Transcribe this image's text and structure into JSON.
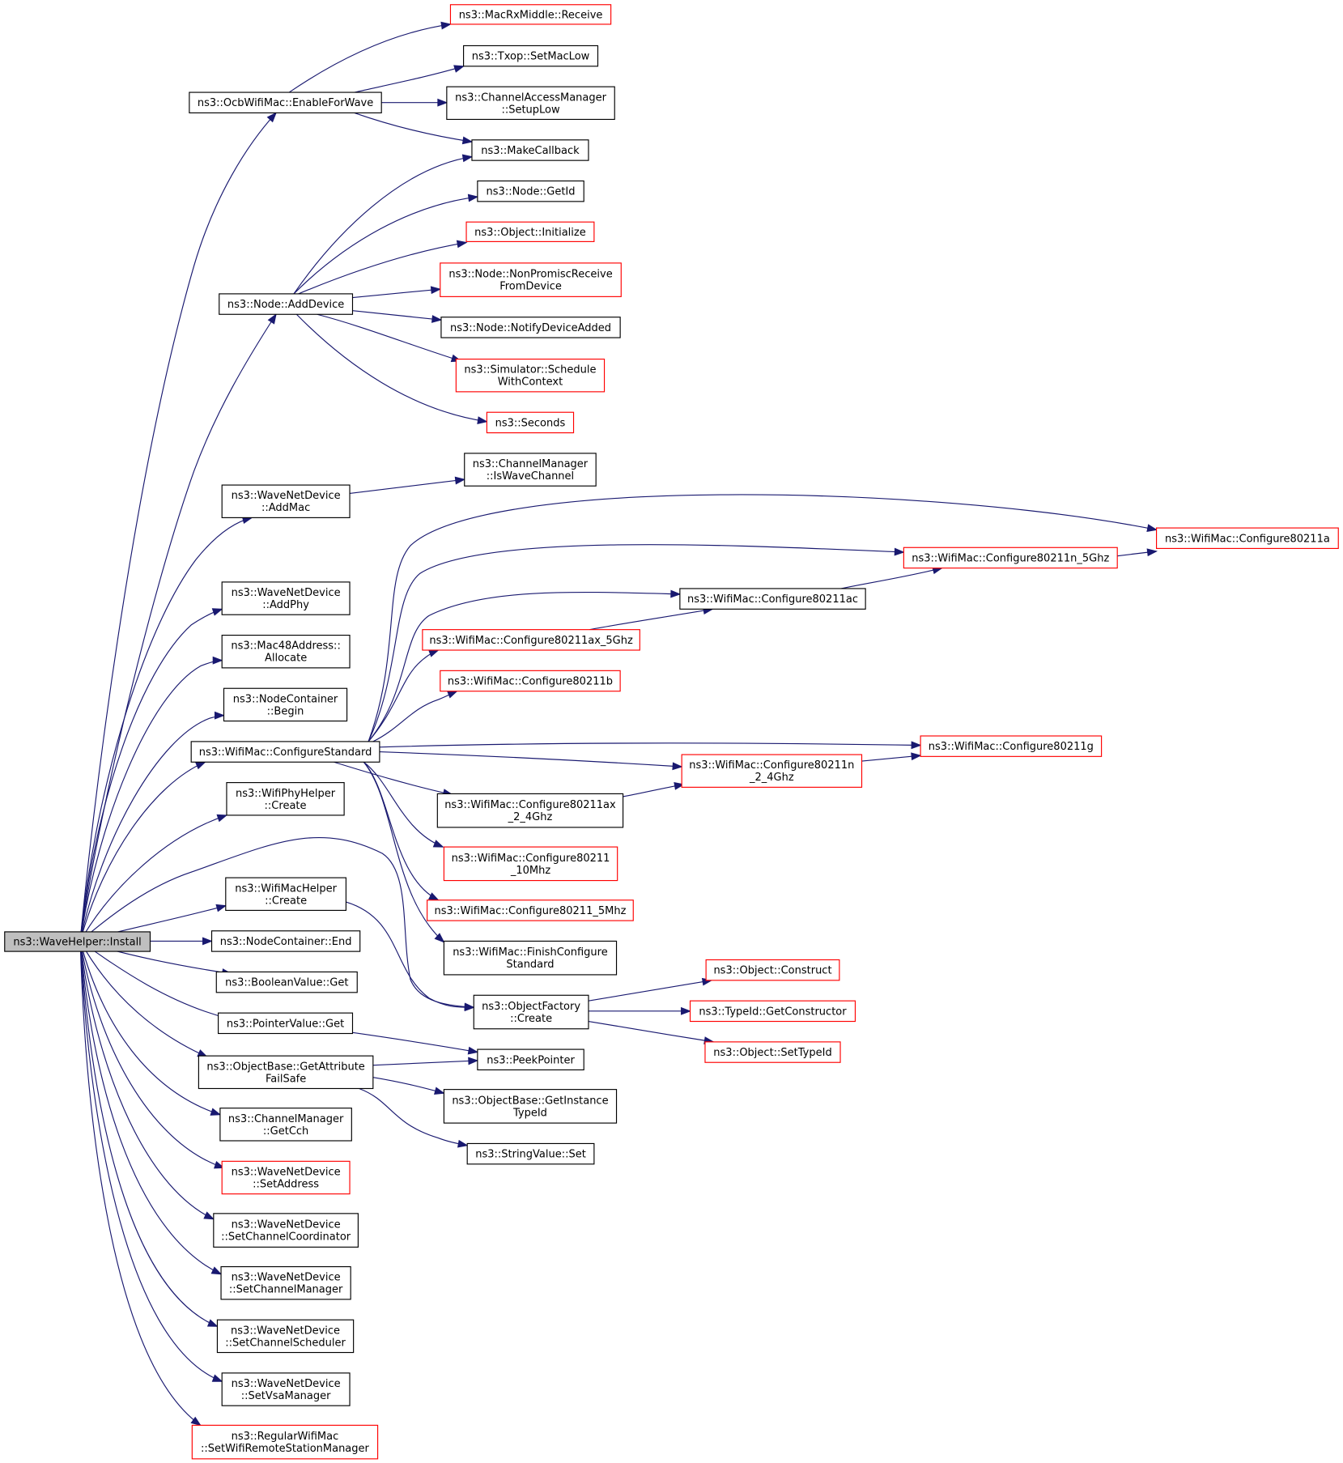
{
  "colors": {
    "edge": "#191970",
    "normal_border": "#000000",
    "truncated_border": "#ff0000",
    "root_fill": "#bfbfbf",
    "node_fill": "#ffffff",
    "text": "#000000"
  },
  "nodes": [
    {
      "id": "install",
      "lines": [
        "ns3::WaveHelper::Install"
      ],
      "style": "root"
    },
    {
      "id": "ocb_enable",
      "lines": [
        "ns3::OcbWifiMac::EnableForWave"
      ],
      "style": "normal"
    },
    {
      "id": "macrx_receive",
      "lines": [
        "ns3::MacRxMiddle::Receive"
      ],
      "style": "truncated"
    },
    {
      "id": "txop_setmaclow",
      "lines": [
        "ns3::Txop::SetMacLow"
      ],
      "style": "normal"
    },
    {
      "id": "cam_setuplow",
      "lines": [
        "ns3::ChannelAccessManager",
        "::SetupLow"
      ],
      "style": "normal"
    },
    {
      "id": "makecallback",
      "lines": [
        "ns3::MakeCallback"
      ],
      "style": "normal"
    },
    {
      "id": "node_getid",
      "lines": [
        "ns3::Node::GetId"
      ],
      "style": "normal"
    },
    {
      "id": "object_initialize",
      "lines": [
        "ns3::Object::Initialize"
      ],
      "style": "truncated"
    },
    {
      "id": "node_nonpromisc",
      "lines": [
        "ns3::Node::NonPromiscReceive",
        "FromDevice"
      ],
      "style": "truncated"
    },
    {
      "id": "node_adddevice",
      "lines": [
        "ns3::Node::AddDevice"
      ],
      "style": "normal"
    },
    {
      "id": "node_notify",
      "lines": [
        "ns3::Node::NotifyDeviceAdded"
      ],
      "style": "normal"
    },
    {
      "id": "sim_schedule",
      "lines": [
        "ns3::Simulator::Schedule",
        "WithContext"
      ],
      "style": "truncated"
    },
    {
      "id": "seconds",
      "lines": [
        "ns3::Seconds"
      ],
      "style": "truncated"
    },
    {
      "id": "cm_iswave",
      "lines": [
        "ns3::ChannelManager",
        "::IsWaveChannel"
      ],
      "style": "normal"
    },
    {
      "id": "wnd_addmac",
      "lines": [
        "ns3::WaveNetDevice",
        "::AddMac"
      ],
      "style": "normal"
    },
    {
      "id": "wm_11a",
      "lines": [
        "ns3::WifiMac::Configure80211a"
      ],
      "style": "truncated"
    },
    {
      "id": "wm_11n5",
      "lines": [
        "ns3::WifiMac::Configure80211n_5Ghz"
      ],
      "style": "truncated"
    },
    {
      "id": "wm_11ac",
      "lines": [
        "ns3::WifiMac::Configure80211ac"
      ],
      "style": "normal"
    },
    {
      "id": "wnd_addphy",
      "lines": [
        "ns3::WaveNetDevice",
        "::AddPhy"
      ],
      "style": "normal"
    },
    {
      "id": "wm_11ax5",
      "lines": [
        "ns3::WifiMac::Configure80211ax_5Ghz"
      ],
      "style": "truncated"
    },
    {
      "id": "mac48_allocate",
      "lines": [
        "ns3::Mac48Address::",
        "Allocate"
      ],
      "style": "normal"
    },
    {
      "id": "wm_11b",
      "lines": [
        "ns3::WifiMac::Configure80211b"
      ],
      "style": "truncated"
    },
    {
      "id": "nc_begin",
      "lines": [
        "ns3::NodeContainer",
        "::Begin"
      ],
      "style": "normal"
    },
    {
      "id": "wm_configstd",
      "lines": [
        "ns3::WifiMac::ConfigureStandard"
      ],
      "style": "normal"
    },
    {
      "id": "wm_11g",
      "lines": [
        "ns3::WifiMac::Configure80211g"
      ],
      "style": "truncated"
    },
    {
      "id": "wm_11n24",
      "lines": [
        "ns3::WifiMac::Configure80211n",
        "_2_4Ghz"
      ],
      "style": "truncated"
    },
    {
      "id": "wph_create",
      "lines": [
        "ns3::WifiPhyHelper",
        "::Create"
      ],
      "style": "normal"
    },
    {
      "id": "wm_11ax24",
      "lines": [
        "ns3::WifiMac::Configure80211ax",
        "_2_4Ghz"
      ],
      "style": "normal"
    },
    {
      "id": "wm_10mhz",
      "lines": [
        "ns3::WifiMac::Configure80211",
        "_10Mhz"
      ],
      "style": "truncated"
    },
    {
      "id": "wmh_create",
      "lines": [
        "ns3::WifiMacHelper",
        "::Create"
      ],
      "style": "normal"
    },
    {
      "id": "wm_5mhz",
      "lines": [
        "ns3::WifiMac::Configure80211_5Mhz"
      ],
      "style": "truncated"
    },
    {
      "id": "nc_end",
      "lines": [
        "ns3::NodeContainer::End"
      ],
      "style": "normal"
    },
    {
      "id": "wm_finish",
      "lines": [
        "ns3::WifiMac::FinishConfigure",
        "Standard"
      ],
      "style": "normal"
    },
    {
      "id": "obj_construct",
      "lines": [
        "ns3::Object::Construct"
      ],
      "style": "truncated"
    },
    {
      "id": "bool_get",
      "lines": [
        "ns3::BooleanValue::Get"
      ],
      "style": "normal"
    },
    {
      "id": "of_create",
      "lines": [
        "ns3::ObjectFactory",
        "::Create"
      ],
      "style": "normal"
    },
    {
      "id": "typeid_getctor",
      "lines": [
        "ns3::TypeId::GetConstructor"
      ],
      "style": "truncated"
    },
    {
      "id": "ptr_get",
      "lines": [
        "ns3::PointerValue::Get"
      ],
      "style": "normal"
    },
    {
      "id": "obj_settypeid",
      "lines": [
        "ns3::Object::SetTypeId"
      ],
      "style": "truncated"
    },
    {
      "id": "peekpointer",
      "lines": [
        "ns3::PeekPointer"
      ],
      "style": "normal"
    },
    {
      "id": "ob_getattr",
      "lines": [
        "ns3::ObjectBase::GetAttribute",
        "FailSafe"
      ],
      "style": "normal"
    },
    {
      "id": "ob_getinst",
      "lines": [
        "ns3::ObjectBase::GetInstance",
        "TypeId"
      ],
      "style": "normal"
    },
    {
      "id": "cm_getcch",
      "lines": [
        "ns3::ChannelManager",
        "::GetCch"
      ],
      "style": "normal"
    },
    {
      "id": "sv_set",
      "lines": [
        "ns3::StringValue::Set"
      ],
      "style": "normal"
    },
    {
      "id": "wnd_setaddr",
      "lines": [
        "ns3::WaveNetDevice",
        "::SetAddress"
      ],
      "style": "truncated"
    },
    {
      "id": "wnd_setcc",
      "lines": [
        "ns3::WaveNetDevice",
        "::SetChannelCoordinator"
      ],
      "style": "normal"
    },
    {
      "id": "wnd_setcm",
      "lines": [
        "ns3::WaveNetDevice",
        "::SetChannelManager"
      ],
      "style": "normal"
    },
    {
      "id": "wnd_setcs",
      "lines": [
        "ns3::WaveNetDevice",
        "::SetChannelScheduler"
      ],
      "style": "normal"
    },
    {
      "id": "wnd_setvsa",
      "lines": [
        "ns3::WaveNetDevice",
        "::SetVsaManager"
      ],
      "style": "normal"
    },
    {
      "id": "rwm_setwrsm",
      "lines": [
        "ns3::RegularWifiMac",
        "::SetWifiRemoteStationManager"
      ],
      "style": "truncated"
    }
  ],
  "edges": [
    [
      "install",
      "ocb_enable"
    ],
    [
      "install",
      "node_adddevice"
    ],
    [
      "install",
      "wnd_addmac"
    ],
    [
      "install",
      "wnd_addphy"
    ],
    [
      "install",
      "mac48_allocate"
    ],
    [
      "install",
      "nc_begin"
    ],
    [
      "install",
      "wm_configstd"
    ],
    [
      "install",
      "wph_create"
    ],
    [
      "install",
      "of_create"
    ],
    [
      "install",
      "wmh_create"
    ],
    [
      "install",
      "nc_end"
    ],
    [
      "install",
      "bool_get"
    ],
    [
      "install",
      "ptr_get"
    ],
    [
      "install",
      "ob_getattr"
    ],
    [
      "install",
      "cm_getcch"
    ],
    [
      "install",
      "wnd_setaddr"
    ],
    [
      "install",
      "wnd_setcc"
    ],
    [
      "install",
      "wnd_setcm"
    ],
    [
      "install",
      "wnd_setcs"
    ],
    [
      "install",
      "wnd_setvsa"
    ],
    [
      "install",
      "rwm_setwrsm"
    ],
    [
      "ocb_enable",
      "macrx_receive"
    ],
    [
      "ocb_enable",
      "txop_setmaclow"
    ],
    [
      "ocb_enable",
      "cam_setuplow"
    ],
    [
      "ocb_enable",
      "makecallback"
    ],
    [
      "node_adddevice",
      "makecallback"
    ],
    [
      "node_adddevice",
      "node_getid"
    ],
    [
      "node_adddevice",
      "object_initialize"
    ],
    [
      "node_adddevice",
      "node_nonpromisc"
    ],
    [
      "node_adddevice",
      "node_notify"
    ],
    [
      "node_adddevice",
      "sim_schedule"
    ],
    [
      "node_adddevice",
      "seconds"
    ],
    [
      "wnd_addmac",
      "cm_iswave"
    ],
    [
      "wm_configstd",
      "wm_11a"
    ],
    [
      "wm_configstd",
      "wm_11n5"
    ],
    [
      "wm_configstd",
      "wm_11ac"
    ],
    [
      "wm_configstd",
      "wm_11ax5"
    ],
    [
      "wm_configstd",
      "wm_11b"
    ],
    [
      "wm_configstd",
      "wm_11g"
    ],
    [
      "wm_configstd",
      "wm_11n24"
    ],
    [
      "wm_configstd",
      "wm_11ax24"
    ],
    [
      "wm_configstd",
      "wm_10mhz"
    ],
    [
      "wm_configstd",
      "wm_5mhz"
    ],
    [
      "wm_configstd",
      "wm_finish"
    ],
    [
      "wm_11n5",
      "wm_11a"
    ],
    [
      "wm_11ac",
      "wm_11n5"
    ],
    [
      "wm_11ax5",
      "wm_11ac"
    ],
    [
      "wm_11n24",
      "wm_11g"
    ],
    [
      "wm_11ax24",
      "wm_11n24"
    ],
    [
      "wmh_create",
      "of_create"
    ],
    [
      "of_create",
      "obj_construct"
    ],
    [
      "of_create",
      "typeid_getctor"
    ],
    [
      "of_create",
      "obj_settypeid"
    ],
    [
      "ptr_get",
      "peekpointer"
    ],
    [
      "ob_getattr",
      "peekpointer"
    ],
    [
      "ob_getattr",
      "ob_getinst"
    ],
    [
      "ob_getattr",
      "sv_set"
    ]
  ]
}
